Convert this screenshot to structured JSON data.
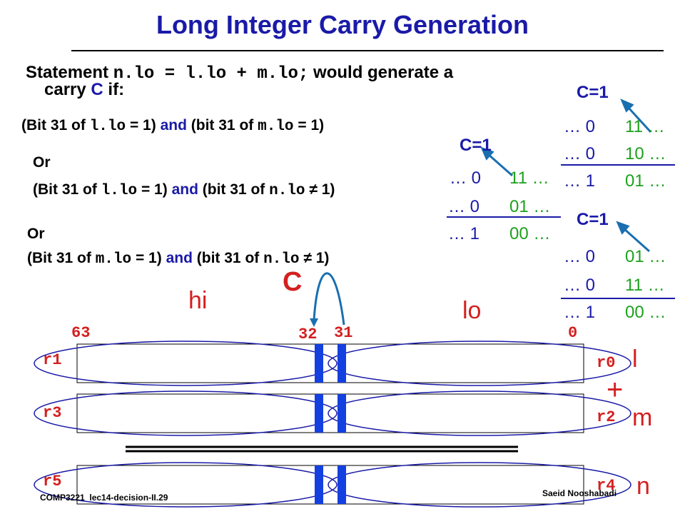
{
  "title": "Long Integer Carry Generation",
  "statement": {
    "prefix": "Statement",
    "code": "n.lo = l.lo + m.lo;",
    "suffix": "would generate a",
    "line2_prefix": "carry",
    "carry_symbol": "C",
    "line2_suffix": "if:"
  },
  "conditions": [
    {
      "a_prefix": "(Bit 31 of",
      "a_code": "l.lo",
      "a_suffix": "= 1)",
      "and": "and",
      "b_prefix": "(bit 31 of",
      "b_code": "m.lo",
      "b_suffix": "= 1)"
    },
    {
      "a_prefix": "(Bit 31 of",
      "a_code": "l.lo",
      "a_suffix": "= 1)",
      "and": "and",
      "b_prefix": "(bit 31 of",
      "b_code": "n.lo",
      "b_suffix": "≠ 1)"
    },
    {
      "a_prefix": "(Bit 31 of",
      "a_code": "m.lo",
      "a_suffix": "= 1)",
      "and": "and",
      "b_prefix": "(bit 31 of",
      "b_code": "n.lo",
      "b_suffix": "≠ 1)"
    }
  ],
  "or_label": "Or",
  "examples": [
    {
      "carry": "C=1",
      "rows": [
        {
          "a": "… 0",
          "b": "11 …"
        },
        {
          "a": "… 0",
          "b": "10 …"
        },
        {
          "a": "… 1",
          "b": "01 …"
        }
      ]
    },
    {
      "carry": "C=1",
      "rows": [
        {
          "a": "… 0",
          "b": "11 …"
        },
        {
          "a": "… 0",
          "b": "01 …"
        },
        {
          "a": "… 1",
          "b": "00 …"
        }
      ]
    },
    {
      "carry": "C=1",
      "rows": [
        {
          "a": "… 0",
          "b": "01 …"
        },
        {
          "a": "… 0",
          "b": "11 …"
        },
        {
          "a": "… 1",
          "b": "00 …"
        }
      ]
    }
  ],
  "diagram": {
    "carry_label": "C",
    "hi_label": "hi",
    "lo_label": "lo",
    "bits": {
      "b63": "63",
      "b32": "32",
      "b31": "31",
      "b0": "0"
    },
    "registers": [
      {
        "hi_reg": "r1",
        "lo_reg": "r0",
        "var": "l"
      },
      {
        "hi_reg": "r3",
        "lo_reg": "r2",
        "var": "m"
      },
      {
        "hi_reg": "r5",
        "lo_reg": "r4",
        "var": "n"
      }
    ],
    "plus": "+"
  },
  "footer": {
    "left": "COMP3221  lec14-decision-II.29",
    "right": "Saeid Nooshabadi"
  },
  "colors": {
    "title": "#1a1aa8",
    "green": "#1ea01e",
    "red": "#d42020",
    "blue_bar": "#1440e0"
  }
}
